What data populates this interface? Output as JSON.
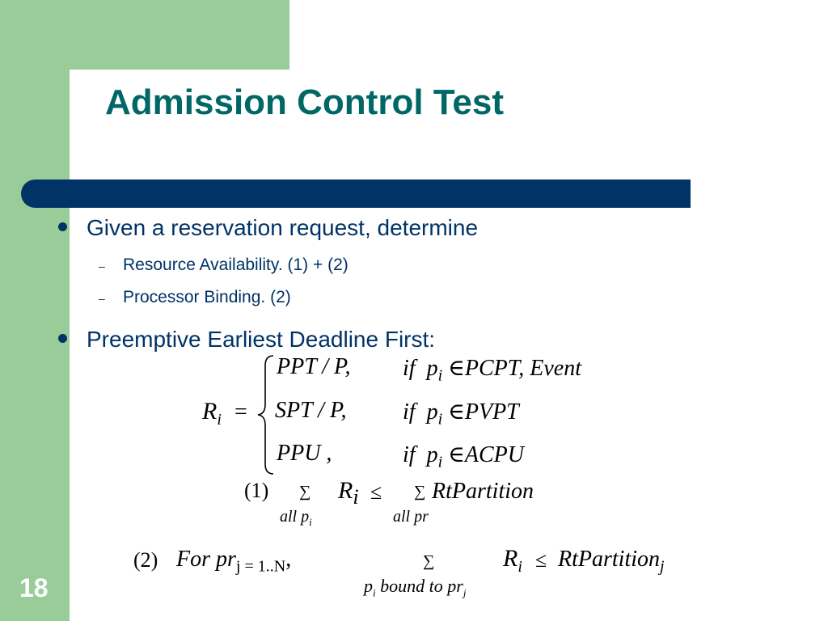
{
  "slide": {
    "title": "Admission Control Test",
    "number": "18"
  },
  "bullets": [
    {
      "text": "Given a reservation request, determine",
      "subitems": [
        "Resource Availability. (1) + (2)",
        "Processor Binding. (2)"
      ]
    },
    {
      "text": "Preemptive Earliest Deadline First:"
    }
  ],
  "equations": {
    "lhs": "R",
    "lhs_sub": "i",
    "equals": "=",
    "cases": [
      {
        "expr": "PPT / P,",
        "cond": "if",
        "var": "p",
        "var_sub": "i",
        "rel": "∈",
        "set": "PCPT, Event"
      },
      {
        "expr": "SPT / P,",
        "cond": "if",
        "var": "p",
        "var_sub": "i",
        "rel": "∈",
        "set": "PVPT"
      },
      {
        "expr": "PPU ,",
        "cond": "if",
        "var": "p",
        "var_sub": "i",
        "rel": "∈",
        "set": "ACPU"
      }
    ],
    "eq1": {
      "label": "(1)",
      "sum": "∑",
      "under_left": "all  p",
      "under_left_sub": "i",
      "term": "R",
      "term_sub": "i",
      "rel": "≤",
      "sum2": "∑",
      "under_right": "all  pr",
      "rhs": "RtPartition"
    },
    "eq2": {
      "label": "(2)",
      "for": "For  pr",
      "for_sub": "j = 1..N",
      "comma": ",",
      "sum": "∑",
      "under_p": "p",
      "under_p_sub": "i",
      "under_text": " bound to pr",
      "under_text_sub": "j",
      "term": "R",
      "term_sub": "i",
      "rel": "≤",
      "rhs": "RtPartition",
      "rhs_sub": "j"
    }
  },
  "colors": {
    "green": "#99cc99",
    "navy": "#003366",
    "teal": "#006666"
  }
}
